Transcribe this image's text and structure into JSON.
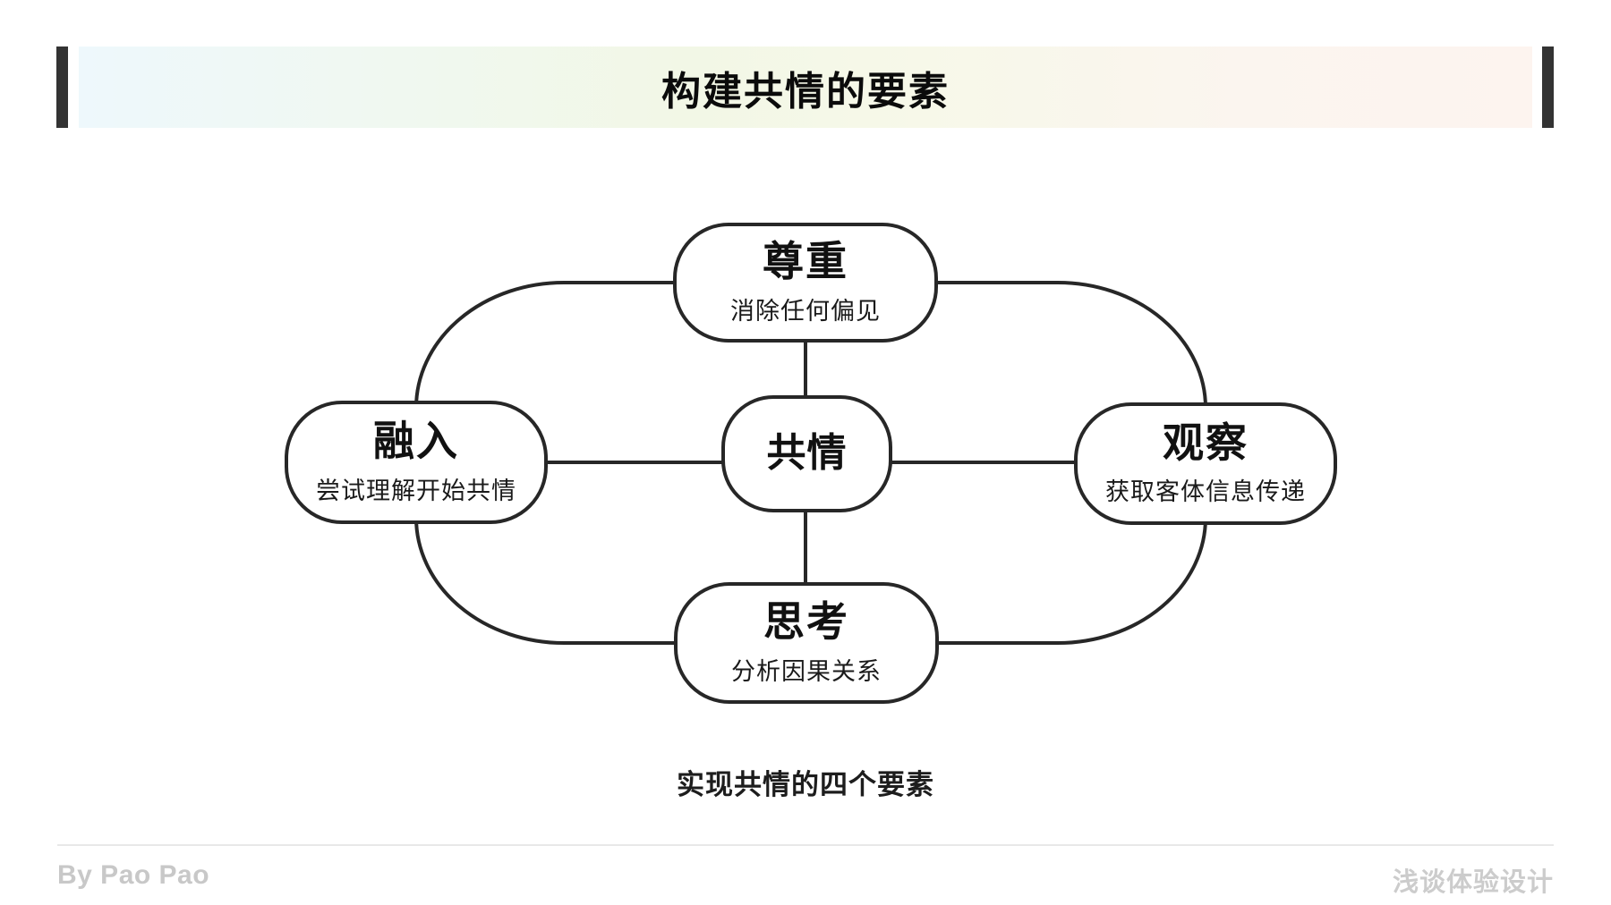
{
  "header": {
    "title": "构建共情的要素"
  },
  "diagram": {
    "center": {
      "title": "共情"
    },
    "nodes": [
      {
        "id": "respect",
        "position": "top",
        "title": "尊重",
        "subtitle": "消除任何偏见"
      },
      {
        "id": "immerse",
        "position": "left",
        "title": "融入",
        "subtitle": "尝试理解开始共情"
      },
      {
        "id": "observe",
        "position": "right",
        "title": "观察",
        "subtitle": "获取客体信息传递"
      },
      {
        "id": "think",
        "position": "bottom",
        "title": "思考",
        "subtitle": "分析因果关系"
      }
    ],
    "caption": "实现共情的四个要素"
  },
  "footer": {
    "author": "By Pao Pao",
    "brand": "浅谈体验设计"
  },
  "colors": {
    "line": "#272727",
    "accent_bar": "#333333",
    "gradient_left": "#eef8fc",
    "gradient_mid": "#f2f7e6",
    "gradient_right": "#fdf4ef",
    "footer_text": "#c8c8c8",
    "divider": "#e8e8e8"
  }
}
